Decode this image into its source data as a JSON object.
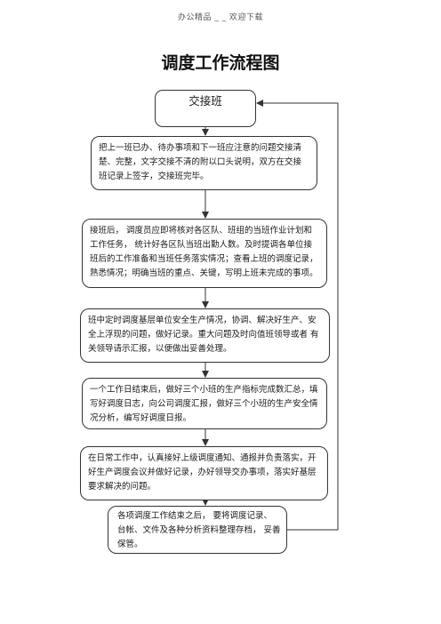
{
  "page": {
    "header": "办公精品 _ _ 欢迎下载",
    "title": "调度工作流程图"
  },
  "diagram": {
    "nodes": [
      {
        "id": "handover",
        "text": "交接班"
      },
      {
        "id": "step1",
        "text": "把上一班已办、待办事项和下一班应注意的问题交接清楚、完整，文字交接不清的附以口头说明，双方在交接班记录上签字，交接班完毕。"
      },
      {
        "id": "step2",
        "text": "接班后， 调度员应即将核对各区队、班组的当班作业计划和工作任务， 统计好各区队当班出勤人数。及时提调各单位接班后的工作准备和当班任务落实情况；查看上班的调度记录，熟悉情况；明确当班的重点、关键，写明上班未完成的事项。"
      },
      {
        "id": "step3",
        "text": "班中定时调度基层单位安全生产情况，协调、解决好生产、安全上浮现的问题，做好记录。重大问题及时向值班领导或者 有关领导请示汇报，以便做出妥善处理。"
      },
      {
        "id": "step4",
        "text": "一个工作日结束后，做好三个小班的生产指标完成数汇总，填写好调度日志，向公司调度汇报，做好三个小班的生产安全情况分析，编写好调度日报。"
      },
      {
        "id": "step5",
        "text": "在日常工作中，认真接好上级调度通知、通报并负责落实，开好生产调度会议并做好记录，办好领导交办事项，落实好基层要求解决的问题。"
      },
      {
        "id": "step6",
        "text": "各项调度工作结束之后， 要将调度记录、 台帐、文件及各种分析资料整理存档， 妥善保管。"
      }
    ],
    "colors": {
      "line": "#333333",
      "background": "#ffffff"
    }
  }
}
